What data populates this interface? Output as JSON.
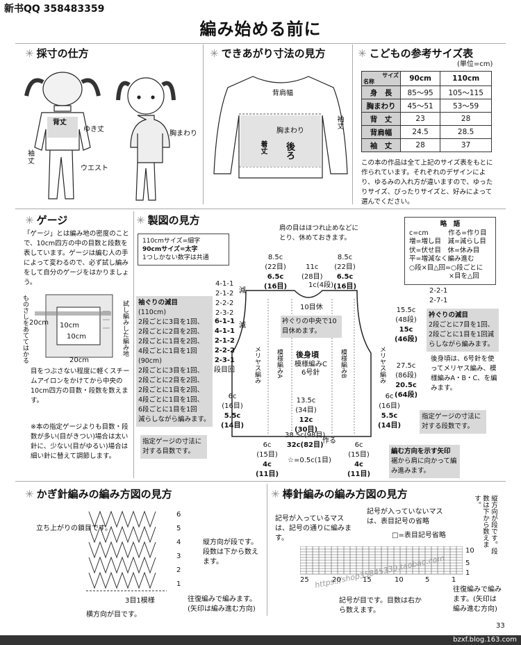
{
  "header": {
    "qq": "新书QQ 358483359",
    "title": "編み始める前に",
    "page_number": "33"
  },
  "sections": {
    "measure": "採寸の仕方",
    "finished": "できあがり寸法の見方",
    "sizes": "こどもの参考サイズ表",
    "gauge": "ゲージ",
    "pattern": "製図の見方",
    "crochet": "かぎ針編みの編み方図の見方",
    "knit": "棒針編みの編み方図の見方"
  },
  "measure_labels": {
    "back_length": "背丈",
    "sleeve_length": "ゆき丈",
    "sleeve": "袖丈",
    "waist": "ウエスト",
    "chest": "胸まわり"
  },
  "finished_labels": {
    "shoulder": "背肩幅",
    "chest": "胸まわり",
    "length": "着丈",
    "back": "後ろ",
    "sleeve": "袖丈"
  },
  "size_table": {
    "unit": "(単位=cm)",
    "corner_top": "サイズ",
    "corner_bottom": "名称",
    "columns": [
      "90cm",
      "110cm"
    ],
    "rows": [
      {
        "name": "身　長",
        "v90": "85〜95",
        "v110": "105〜115"
      },
      {
        "name": "胸まわり",
        "v90": "45〜51",
        "v110": "53〜59"
      },
      {
        "name": "背　丈",
        "v90": "23",
        "v110": "28"
      },
      {
        "name": "背肩幅",
        "v90": "24.5",
        "v110": "28.5"
      },
      {
        "name": "袖　丈",
        "v90": "28",
        "v110": "37"
      }
    ],
    "note": "この本の作品は全て上記のサイズ表をもとに作られています。それぞれのデザインにより、ゆるみの入れ方が違いますので、ゆったりサイズ、ぴったりサイズと、好みによって選んでください。"
  },
  "gauge": {
    "text": "「ゲージ」とは編み地の密度のことで、10cm四方の中の目数と段数を表しています。ゲージは編む人の手によって変わるので、必ず試し編みをして自分のゲージをはかりましょう。",
    "ruler_label": "ものさしをあててはかる",
    "sample_label": "試し編みした編み地",
    "dim_20": "20cm",
    "dim_10a": "10cm",
    "dim_10b": "10cm",
    "dim_20b": "20cm",
    "steam_note": "目をつぶさない程度に軽くスチームアイロンをかけてから中央の10cm四方の目数・段数を数えます。",
    "adjust_note": "※本の指定ゲージよりも目数・段数が多い(目がきつい)場合は太い針に、少ない(目がゆるい)場合は細い針に替えて調節します。"
  },
  "pattern": {
    "legend1": "110cmサイズ=細字",
    "legend2": "90cmサイズ=太字",
    "legend3": "1つしかない数字は共通",
    "bindoff_note": "肩の目はほつれ止めなどにとり、休めておきます。",
    "abbr_title": "略　語",
    "abbr": [
      "c=cm　　　作る=作り目",
      "増=増し目　減=減らし目",
      "伏=伏せ目　休=休み目",
      "平=増減なく編み進む",
      "○段×目△回=○段ごとに",
      "　　　　　　×目を△回"
    ],
    "armhole_title": "袖ぐりの減目",
    "armhole_lines": [
      "(110cm)",
      "2段ごとに3目を1回、",
      "2段ごとに2目を2回、",
      "2段ごとに1目を2回、",
      "4段ごとに1目を1回",
      "(90cm)",
      "2段ごとに3目を1回、",
      "2段ごとに2目を2回、",
      "2段ごとに1目を2回、",
      "4段ごとに1目を1回、",
      "6段ごとに1目を1回",
      "減らしながら編みます。"
    ],
    "neck_title": "衿ぐりの減目",
    "neck_text": "2段ごとに7目を1回、2段ごとに1目を1回減らしながら編みます。",
    "center_note": "衿ぐりの中央で10目休めます。",
    "body_label": "後身頃",
    "body_pattern": "模様編みC",
    "needle": "6号針",
    "stitch_note": "後身頃は、6号針を使ってメリヤス編み、模様編みA・B・C、を編みます。",
    "gauge_rows": "指定ゲージの寸法に対する段数です。",
    "gauge_sts": "指定ゲージの寸法に対する目数です。",
    "arrow_title": "編む方向を示す矢印",
    "arrow_text": "裾から肩に向かって編み進みます。",
    "stockinette": "メリヤス編み",
    "pattern_a": "模様編みA",
    "pattern_b": "模様編みB",
    "m_left": [
      "4-1-1",
      "2-1-2",
      "2-2-2",
      "2-3-2"
    ],
    "m_left2": [
      "6-1-1",
      "4-1-1",
      "2-1-2",
      "2-2-2",
      "2-3-1",
      "段目回"
    ],
    "genmark": "減",
    "m_right": [
      "2-2-1",
      "2-7-1"
    ],
    "dims": {
      "shoulder_l": [
        "8.5c",
        "(22目)",
        "6.5c",
        "(16目)"
      ],
      "neck": [
        "11c",
        "(28目)"
      ],
      "shoulder_r": [
        "8.5c",
        "(22目)",
        "6.5c",
        "(16目)"
      ],
      "neck_depth": "1c(4段)",
      "rest10": "10目休",
      "right1": [
        "15.5c",
        "(48段)",
        "15c",
        "(46段)"
      ],
      "right2": [
        "27.5c",
        "(86段)",
        "20.5c",
        "(64段)"
      ],
      "left_side": [
        "6c",
        "(16目)",
        "5.5c",
        "(14目)"
      ],
      "right_side": [
        "6c",
        "(16目)",
        "5.5c",
        "(14目)"
      ],
      "center": [
        "13.5c",
        "(34目)",
        "12c",
        "(30目)"
      ],
      "bottom": [
        "38.5c(98目)",
        "32c(82目)"
      ],
      "bl": [
        "6c",
        "(15目)",
        "4c",
        "(11目)"
      ],
      "br": [
        "6c",
        "(15目)",
        "4c",
        "(11目)"
      ],
      "small_note": "☆=0.5c(1目)",
      "make": "作る"
    }
  },
  "crochet": {
    "chain_note": "立ち上がりの鎖目です。",
    "vertical_note": "縦方向が段です。段数は下から数えます。",
    "repeat": "3目1模様",
    "row_nums": [
      "6",
      "5",
      "4",
      "3",
      "2",
      "1"
    ],
    "horizontal_note": "横方向が目です。",
    "round_note": "往復編みで編みます。(矢印は編み進む方向)"
  },
  "knit": {
    "symbol_note": "記号が入っているマスは、記号の通りに編みます。",
    "blank_note": "記号が入っていないマスは、表目記号の省略",
    "blank_legend": "□=表目記号省略",
    "cols_note": "記号が目です。目数は右から数えます。",
    "vertical_note": "縦方向が段です。段数は下から数えます。",
    "round_note": "往復編みで編みます。(矢印は編み進む方向)",
    "col_nums": [
      "25",
      "20",
      "15",
      "10",
      "5",
      "1"
    ],
    "row_nums": [
      "10",
      "5",
      "1"
    ]
  },
  "watermark": "https://shop35845339.taobao.com",
  "footer": "bzxf.blog.163.com"
}
